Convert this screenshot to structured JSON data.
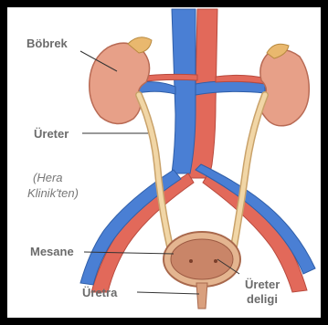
{
  "labels": {
    "kidney": "Böbrek",
    "ureter": "Üreter",
    "credit_line1": "(Hera",
    "credit_line2": "Klinik'ten)",
    "bladder": "Mesane",
    "urethra": "Üretra",
    "ureter_opening_line1": "Üreter",
    "ureter_opening_line2": "deligi"
  },
  "colors": {
    "frame": "#000000",
    "kidney": "#e7a088",
    "vein": "#4a7fd4",
    "artery": "#e2695a",
    "ureter": "#f1d6a6",
    "bladder": "#c98568",
    "label_text": "#6b6b6b"
  }
}
